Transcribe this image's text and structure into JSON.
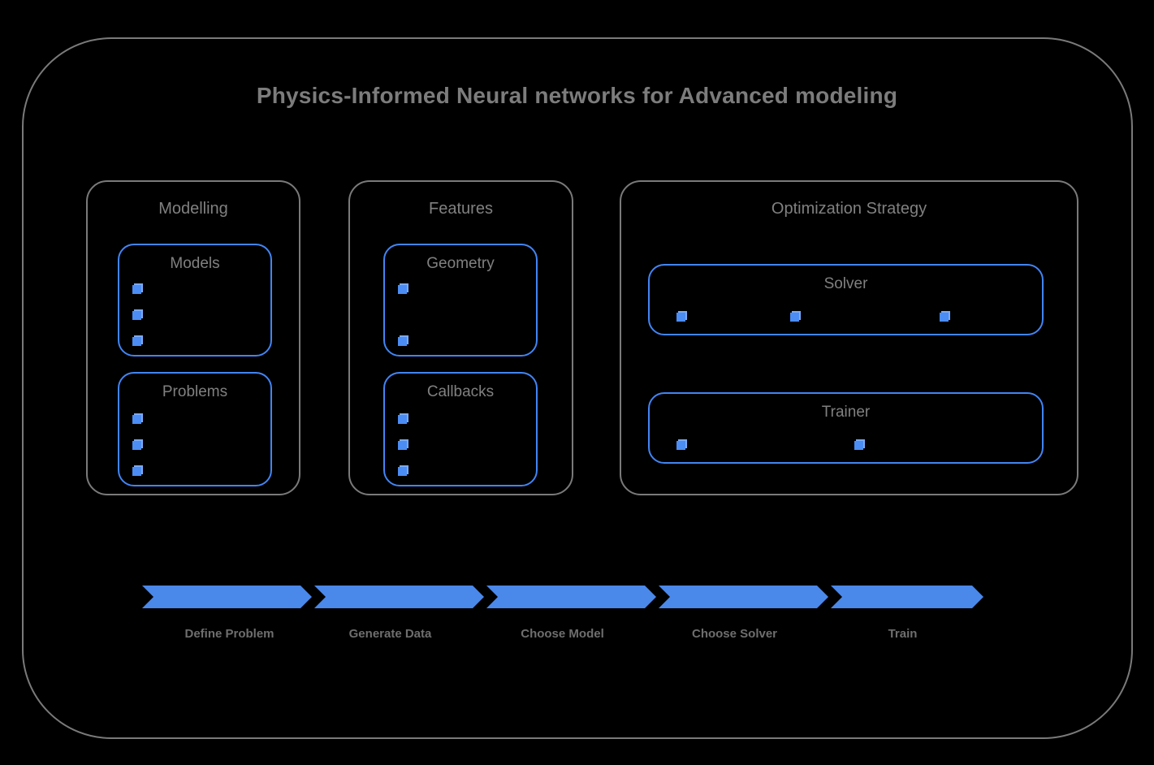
{
  "diagram": {
    "title": "Physics-Informed Neural networks for Advanced modeling",
    "frame_color": "#7a7a7a",
    "accent_color": "#4285f4",
    "text_color": "#7c7c7c",
    "background": "#000000"
  },
  "groups": [
    {
      "name": "modelling",
      "title": "Modelling",
      "boxes": [
        {
          "name": "models",
          "title": "Models",
          "marker_count": 3,
          "marker_layout": "vertical"
        },
        {
          "name": "problems",
          "title": "Problems",
          "marker_count": 3,
          "marker_layout": "vertical"
        }
      ]
    },
    {
      "name": "features",
      "title": "Features",
      "boxes": [
        {
          "name": "geometry",
          "title": "Geometry",
          "marker_count": 2,
          "marker_layout": "vertical"
        },
        {
          "name": "callbacks",
          "title": "Callbacks",
          "marker_count": 3,
          "marker_layout": "vertical"
        }
      ]
    },
    {
      "name": "optimization",
      "title": "Optimization Strategy",
      "boxes": [
        {
          "name": "solver",
          "title": "Solver",
          "marker_count": 3,
          "marker_layout": "horizontal"
        },
        {
          "name": "trainer",
          "title": "Trainer",
          "marker_count": 2,
          "marker_layout": "horizontal"
        }
      ]
    }
  ],
  "process_flow": {
    "arrow_color": "#4a88ea",
    "steps": [
      {
        "label": "Define Problem"
      },
      {
        "label": "Generate Data"
      },
      {
        "label": "Choose Model"
      },
      {
        "label": "Choose Solver"
      },
      {
        "label": "Train"
      }
    ]
  }
}
